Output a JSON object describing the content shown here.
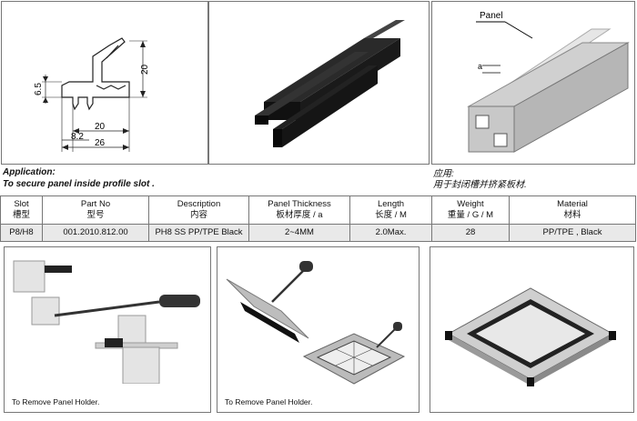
{
  "dimensions": {
    "d65": "6.5",
    "d20_h": "20",
    "d20_w": "20",
    "d82": "8.2",
    "d26": "26"
  },
  "panel_label": "Panel",
  "dim_a": "a",
  "application": {
    "title": "Application:",
    "text": "To secure panel inside profile slot ."
  },
  "application_cn": {
    "title": "应用:",
    "text": "用于封闭槽并挤紧板材."
  },
  "table": {
    "headers": [
      {
        "en": "Slot",
        "cn": "槽型"
      },
      {
        "en": "Part No",
        "cn": "型号"
      },
      {
        "en": "Description",
        "cn": "内容"
      },
      {
        "en": "Panel Thickness",
        "cn": "板材厚度 / a"
      },
      {
        "en": "Length",
        "cn": "长度 / M"
      },
      {
        "en": "Weight",
        "cn": "重量 / G / M"
      },
      {
        "en": "Material",
        "cn": "材料"
      }
    ],
    "row": [
      "P8/H8",
      "001.2010.812.00",
      "PH8 SS PP/TPE Black",
      "2~4MM",
      "2.0Max.",
      "28",
      "PP/TPE , Black"
    ]
  },
  "captions": {
    "left": "To Remove Panel Holder.",
    "middle": "To Remove Panel Holder."
  }
}
